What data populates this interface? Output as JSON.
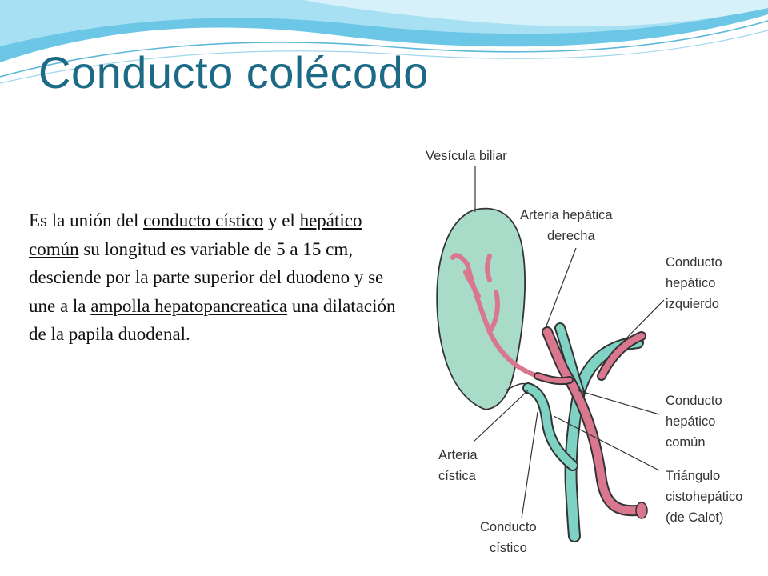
{
  "slide": {
    "title": "Conducto colécodo",
    "body": {
      "p1": "Es la unión del ",
      "link1": "conducto cístico",
      "p2": " y el ",
      "link2": "hepático común",
      "p3": " su longitud es variable de 5 a 15 cm, desciende por la parte superior del duodeno y  se une a la ",
      "link3": "ampolla hepatopancreatica",
      "p4": " una dilatación de la papila duodenal."
    }
  },
  "diagram": {
    "labels": {
      "vesicula": "Vesícula biliar",
      "arteria_hep_der_1": "Arteria hepática",
      "arteria_hep_der_2": "derecha",
      "hep_izq_1": "Conducto",
      "hep_izq_2": "hepático",
      "hep_izq_3": "izquierdo",
      "hep_comun_1": "Conducto",
      "hep_comun_2": "hepático",
      "hep_comun_3": "común",
      "arteria_cistica_1": "Arteria",
      "arteria_cistica_2": "cística",
      "triangulo_1": "Triángulo",
      "triangulo_2": "cistohepático",
      "triangulo_3": "(de Calot)",
      "cistico_1": "Conducto",
      "cistico_2": "cístico"
    },
    "colors": {
      "duct": "#7fd3c4",
      "artery": "#d9778f",
      "gallbladder": "#a9dcc8",
      "outline": "#333333"
    }
  }
}
